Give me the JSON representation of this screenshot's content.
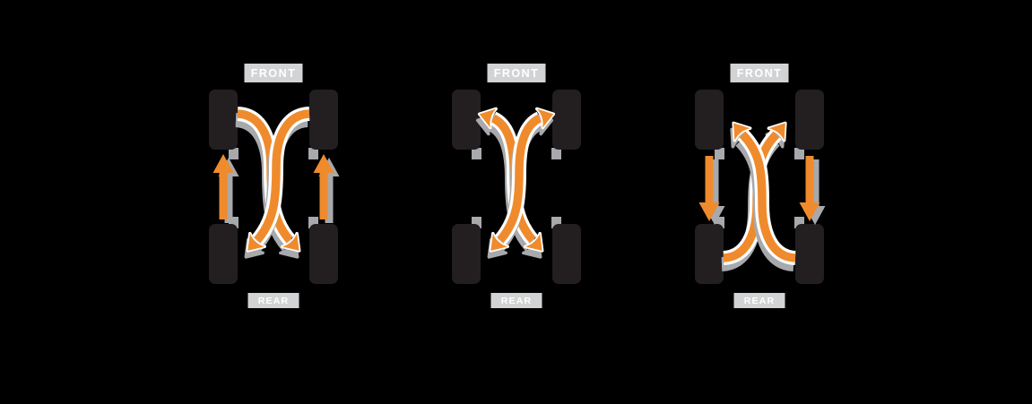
{
  "colors": {
    "orange": "#EF8B2D",
    "tire_black": "#231F20",
    "gray_shadow": "#A7A9AC",
    "label_bg": "#D2D3D4",
    "label_text": "#FFFFFF",
    "background": "#000000"
  },
  "diagrams": [
    {
      "pattern": "rearward-cross",
      "front_label": "FRONT",
      "rear_label": "REAR",
      "arrows": [
        "rear-left-to-front-left-straight-up",
        "rear-right-to-front-right-straight-up",
        "front-left-to-rear-right-cross",
        "front-right-to-rear-left-cross"
      ]
    },
    {
      "pattern": "x-pattern",
      "front_label": "FRONT",
      "rear_label": "REAR",
      "arrows": [
        "front-left-to-rear-right-double-cross",
        "front-right-to-rear-left-double-cross"
      ]
    },
    {
      "pattern": "forward-cross",
      "front_label": "FRONT",
      "rear_label": "REAR",
      "arrows": [
        "front-left-to-rear-left-straight-down",
        "front-right-to-rear-right-straight-down",
        "rear-left-to-front-right-cross",
        "rear-right-to-front-left-cross"
      ]
    }
  ]
}
